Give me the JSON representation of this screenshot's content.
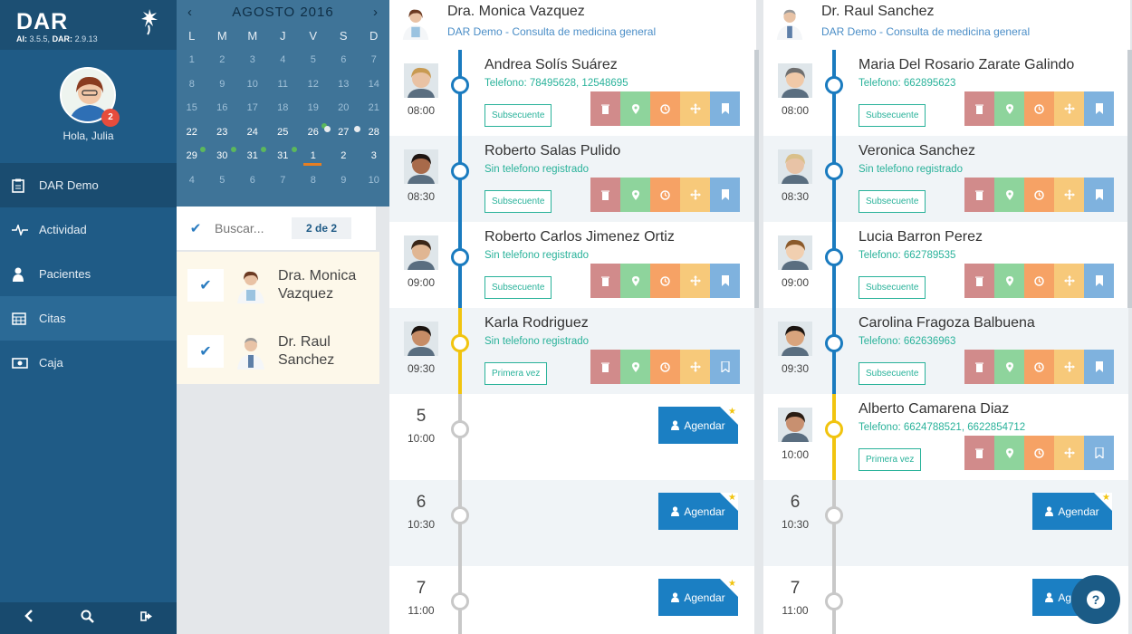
{
  "app": {
    "logo": "DAR",
    "ai_label": "AI:",
    "ai_version": "3.5.5,",
    "dar_label": "DAR:",
    "dar_version": "2.9.13",
    "greeting": "Hola, Julia",
    "notifications": "2"
  },
  "nav": [
    {
      "label": "DAR Demo",
      "icon": "clipboard-icon"
    },
    {
      "label": "Actividad",
      "icon": "pulse-icon"
    },
    {
      "label": "Pacientes",
      "icon": "user-icon"
    },
    {
      "label": "Citas",
      "icon": "calendar-icon"
    },
    {
      "label": "Caja",
      "icon": "cash-icon"
    }
  ],
  "calendar": {
    "prev": "‹",
    "next": "›",
    "month": "AGOSTO 2016",
    "weekdays": [
      "L",
      "M",
      "M",
      "J",
      "V",
      "S",
      "D"
    ],
    "weeks": [
      [
        "1",
        "2",
        "3",
        "4",
        "5",
        "6",
        "7"
      ],
      [
        "8",
        "9",
        "10",
        "11",
        "12",
        "13",
        "14"
      ],
      [
        "15",
        "16",
        "17",
        "18",
        "19",
        "20",
        "21"
      ],
      [
        "22",
        "23",
        "24",
        "25",
        "26",
        "27",
        "28"
      ],
      [
        "29",
        "30",
        "31",
        "31",
        "1",
        "2",
        "3"
      ],
      [
        "4",
        "5",
        "6",
        "7",
        "8",
        "9",
        "10"
      ]
    ]
  },
  "filter": {
    "search_placeholder": "Buscar...",
    "count": "2 de 2",
    "doctors": [
      {
        "line1": "Dra. Monica",
        "line2": "Vazquez"
      },
      {
        "line1": "Dr. Raul",
        "line2": "Sanchez"
      }
    ]
  },
  "columns": [
    {
      "doctor": "Dra. Monica Vazquez",
      "location": "DAR Demo - Consulta de medicina general",
      "slots": [
        {
          "type": "appt",
          "time": "08:00",
          "name": "Andrea Solís Suárez",
          "phone": "Telefono: 78495628, 12548695",
          "badge": "Subsecuente",
          "status": "done"
        },
        {
          "type": "appt",
          "time": "08:30",
          "name": "Roberto Salas Pulido",
          "phone": "Sin telefono registrado",
          "badge": "Subsecuente",
          "status": "done"
        },
        {
          "type": "appt",
          "time": "09:00",
          "name": "Roberto Carlos Jimenez Ortiz",
          "phone": "Sin telefono registrado",
          "badge": "Subsecuente",
          "status": "done"
        },
        {
          "type": "appt",
          "time": "09:30",
          "name": "Karla Rodriguez",
          "phone": "Sin telefono registrado",
          "badge": "Primera vez",
          "status": "pending"
        },
        {
          "type": "free",
          "num": "5",
          "time": "10:00",
          "button": "Agendar"
        },
        {
          "type": "free",
          "num": "6",
          "time": "10:30",
          "button": "Agendar"
        },
        {
          "type": "free",
          "num": "7",
          "time": "11:00",
          "button": "Agendar"
        }
      ]
    },
    {
      "doctor": "Dr. Raul Sanchez",
      "location": "DAR Demo - Consulta de medicina general",
      "slots": [
        {
          "type": "appt",
          "time": "08:00",
          "name": "Maria Del Rosario Zarate Galindo",
          "phone": "Telefono: 662895623",
          "badge": "Subsecuente",
          "status": "done"
        },
        {
          "type": "appt",
          "time": "08:30",
          "name": "Veronica Sanchez",
          "phone": "Sin telefono registrado",
          "badge": "Subsecuente",
          "status": "done"
        },
        {
          "type": "appt",
          "time": "09:00",
          "name": "Lucia Barron Perez",
          "phone": "Telefono: 662789535",
          "badge": "Subsecuente",
          "status": "done"
        },
        {
          "type": "appt",
          "time": "09:30",
          "name": "Carolina Fragoza Balbuena",
          "phone": "Telefono: 662636963",
          "badge": "Subsecuente",
          "status": "done"
        },
        {
          "type": "appt",
          "time": "10:00",
          "name": "Alberto Camarena Diaz",
          "phone": "Telefono: 6624788521, 6622854712",
          "badge": "Primera vez",
          "status": "pending"
        },
        {
          "type": "free",
          "num": "6",
          "time": "10:30",
          "button": "Agendar"
        },
        {
          "type": "free",
          "num": "7",
          "time": "11:00",
          "button": "Agendar"
        }
      ]
    }
  ],
  "help": "?",
  "colors": {
    "timeline_done": "#1a7bbf",
    "timeline_pending": "#f1c40f",
    "timeline_free": "#c8c8c8",
    "accent": "#1f5b86"
  }
}
